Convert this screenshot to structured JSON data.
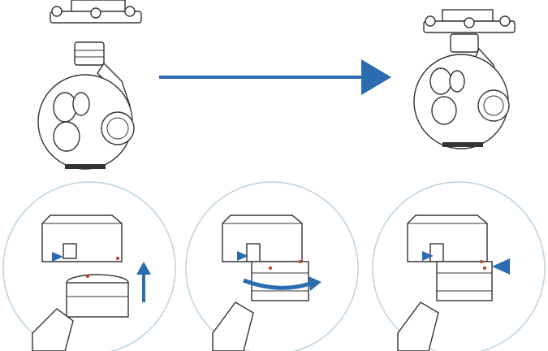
{
  "colors": {
    "arrow": "#2b6cb0",
    "circle_outline": "#b9d3df",
    "marker": "#c0392b"
  },
  "steps": [
    {
      "id": "align",
      "arrow": "up"
    },
    {
      "id": "rotate",
      "arrow": "clockwise"
    },
    {
      "id": "lock",
      "arrow": "left"
    }
  ]
}
